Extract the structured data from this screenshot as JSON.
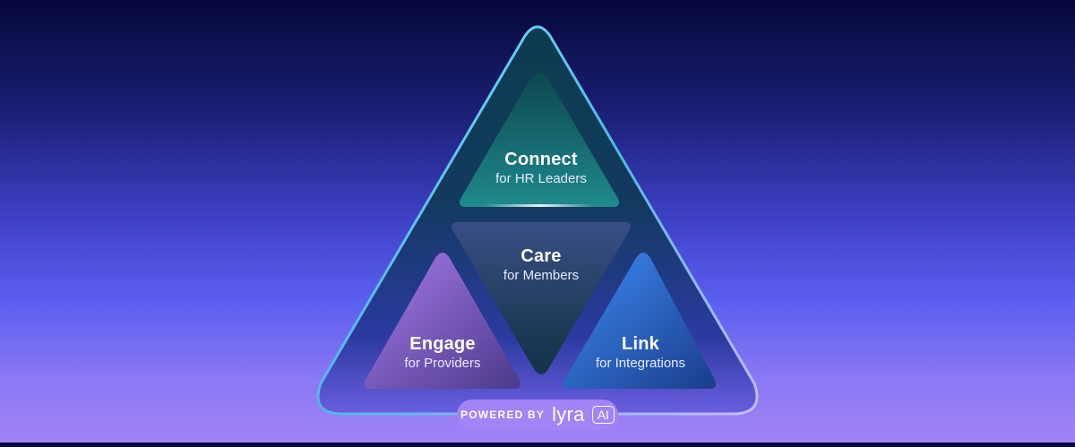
{
  "diagram": {
    "segments": [
      {
        "id": "connect",
        "title": "Connect",
        "subtitle": "for HR Leaders"
      },
      {
        "id": "care",
        "title": "Care",
        "subtitle": "for Members"
      },
      {
        "id": "engage",
        "title": "Engage",
        "subtitle": "for Providers"
      },
      {
        "id": "link",
        "title": "Link",
        "subtitle": "for Integrations"
      }
    ]
  },
  "footer": {
    "powered_by": "POWERED BY",
    "brand": "lyra",
    "badge": "AI"
  },
  "colors": {
    "connect": "#1a7f86",
    "care": "#2e4e7a",
    "engage": "#8a64d0",
    "link": "#2f75e6",
    "outline": "#8fe3ff"
  }
}
